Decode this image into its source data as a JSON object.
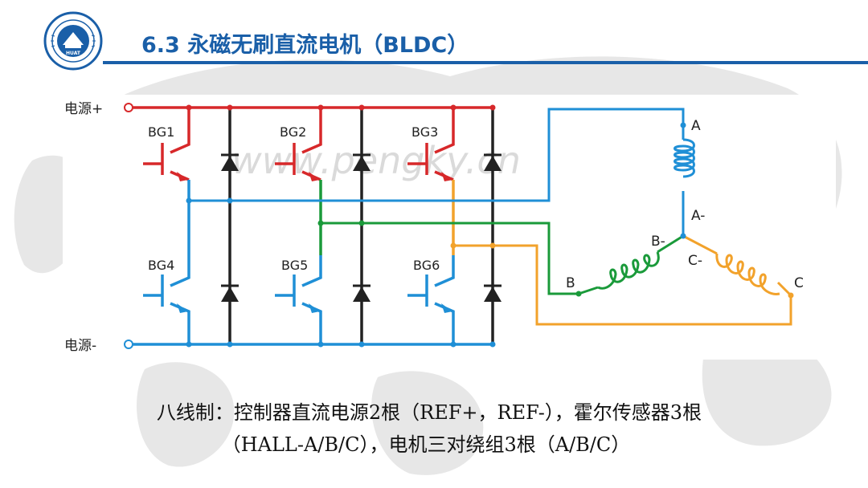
{
  "header": {
    "title": "6.3  永磁无刷直流电机（BLDC）",
    "logo_text": "HUAT"
  },
  "circuit": {
    "power_plus": "电源+",
    "power_minus": "电源-",
    "transistors": [
      "BG1",
      "BG2",
      "BG3",
      "BG4",
      "BG5",
      "BG6"
    ],
    "terminals": {
      "A": "A",
      "A_minus": "A-",
      "B": "B",
      "B_minus": "B-",
      "C": "C",
      "C_minus": "C-"
    },
    "watermark": "www.pengky.cn"
  },
  "colors": {
    "title": "#1a5fa8",
    "rail_positive": "#d7282a",
    "rail_negative": "#1f8fd6",
    "phase_a": "#1f8fd6",
    "phase_b": "#1a9a3a",
    "phase_c": "#f2a22b",
    "diode": "#222222"
  },
  "caption": {
    "line1": "八线制：控制器直流电源2根（REF+，REF-），霍尔传感器3根",
    "line2": "（HALL-A/B/C），电机三对绕组3根（A/B/C）"
  }
}
